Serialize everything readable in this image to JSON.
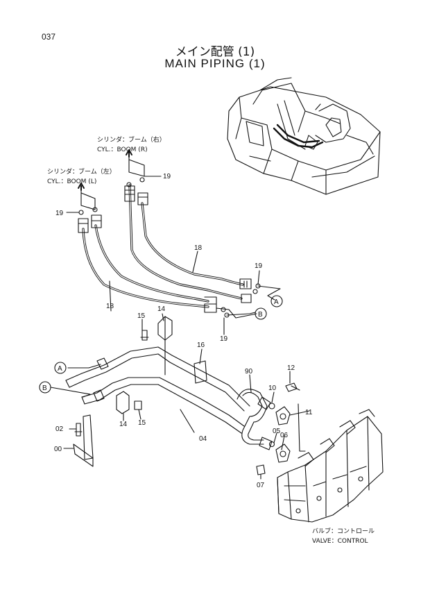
{
  "page_number": "037",
  "title_jp": "メイン配管 (1)",
  "title_en": "MAIN PIPING (1)",
  "labels": {
    "boom_r_jp": "シリンダ：ブーム（右）",
    "boom_r_en": "CYL.：BOOM (R)",
    "boom_l_jp": "シリンダ：ブーム（左）",
    "boom_l_en": "CYL.：BOOM (L)",
    "valve_jp": "バルブ：コントロール",
    "valve_en": "VALVE：CONTROL"
  },
  "callouts": {
    "c19a": "19",
    "c19b": "19",
    "c19c": "19",
    "c19d": "19",
    "c18a": "18",
    "c18b": "18",
    "c15a": "15",
    "c15b": "15",
    "c14a": "14",
    "c14b": "14",
    "c16": "16",
    "c90": "90",
    "c12": "12",
    "c10": "10",
    "c11": "11",
    "c02": "02",
    "c00": "00",
    "c04": "04",
    "c05": "05",
    "c06": "06",
    "c07": "07",
    "circA1": "A",
    "circB1": "B",
    "circA2": "A",
    "circB2": "B"
  }
}
